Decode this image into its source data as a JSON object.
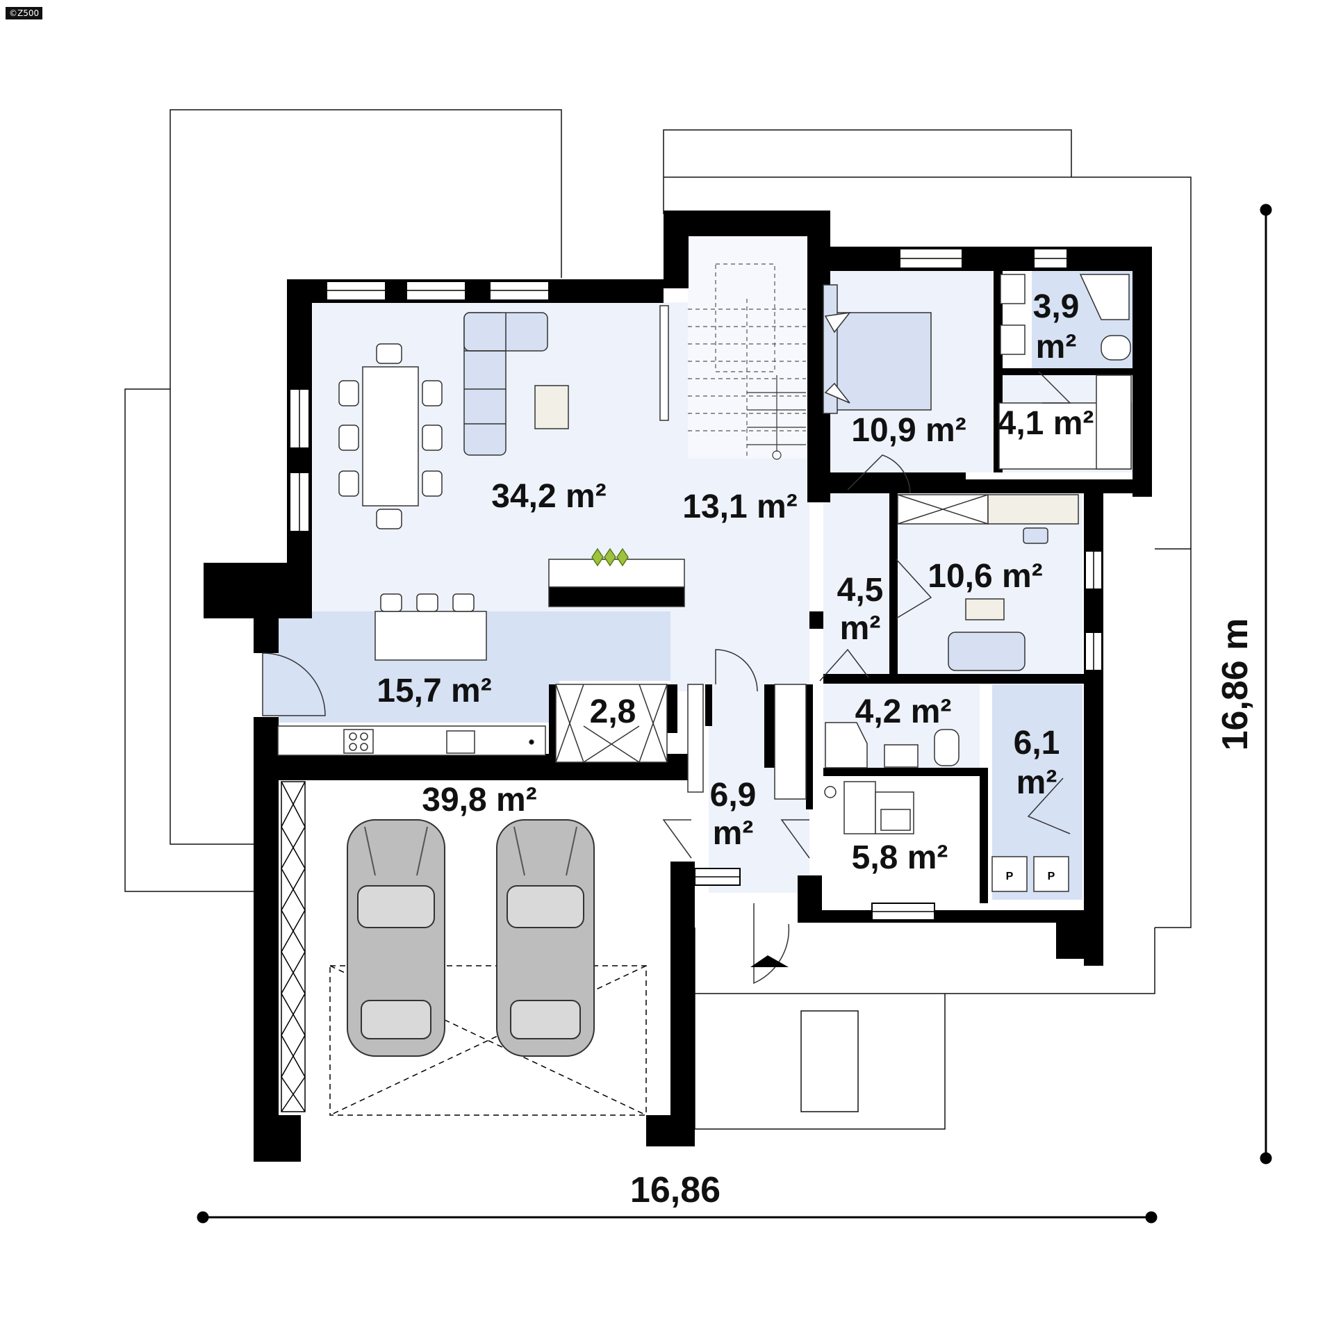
{
  "copyright": "©Z500",
  "dimensions": {
    "width": "16,86",
    "height": "16,86 m"
  },
  "rooms": [
    {
      "id": "living",
      "area": "34,2 m²"
    },
    {
      "id": "hall",
      "area": "13,1 m²"
    },
    {
      "id": "bedroom",
      "area": "10,9 m²"
    },
    {
      "id": "bathroom-top",
      "line1": "3,9",
      "line2": "m²"
    },
    {
      "id": "wardrobe",
      "area": "4,1 m²"
    },
    {
      "id": "corridor",
      "line1": "4,5",
      "line2": "m²"
    },
    {
      "id": "office",
      "area": "10,6 m²"
    },
    {
      "id": "kitchen",
      "area": "15,7 m²"
    },
    {
      "id": "pantry",
      "area": "2,8"
    },
    {
      "id": "bathroom-bottom",
      "area": "4,2 m²"
    },
    {
      "id": "boiler",
      "line1": "6,1",
      "line2": "m²"
    },
    {
      "id": "entry",
      "line1": "6,9",
      "line2": "m²"
    },
    {
      "id": "laundry",
      "area": "5,8 m²"
    },
    {
      "id": "garage",
      "area": "39,8 m²"
    }
  ],
  "boiler_marks": [
    "P",
    "P"
  ],
  "colors": {
    "wall": "#000000",
    "room_light": "#eef2fb",
    "room_mid": "#d7e1f4",
    "furniture": "#d6e0f2",
    "car": "#bdbdbd"
  }
}
